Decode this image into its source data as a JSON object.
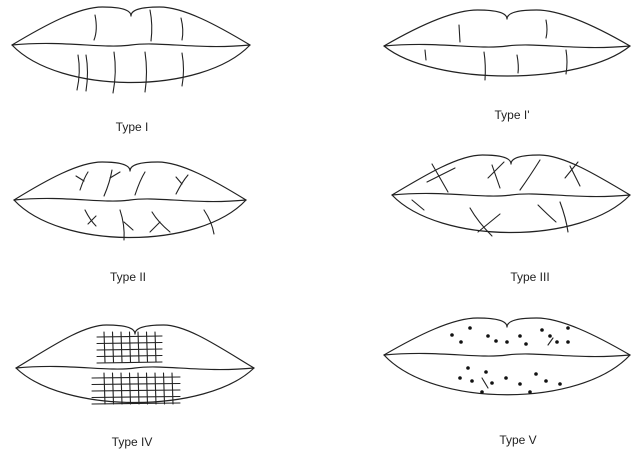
{
  "figure": {
    "panels": [
      {
        "id": "type-1",
        "caption": "Type I",
        "pattern": "vertical-full"
      },
      {
        "id": "type-1-prime",
        "caption": "Type I'",
        "pattern": "vertical-partial"
      },
      {
        "id": "type-2",
        "caption": "Type II",
        "pattern": "branched"
      },
      {
        "id": "type-3",
        "caption": "Type III",
        "pattern": "intersected"
      },
      {
        "id": "type-4",
        "caption": "Type IV",
        "pattern": "reticular"
      },
      {
        "id": "type-5",
        "caption": "Type V",
        "pattern": "undetermined-dots"
      }
    ],
    "colors": {
      "line": "#222222",
      "background": "#ffffff"
    }
  }
}
